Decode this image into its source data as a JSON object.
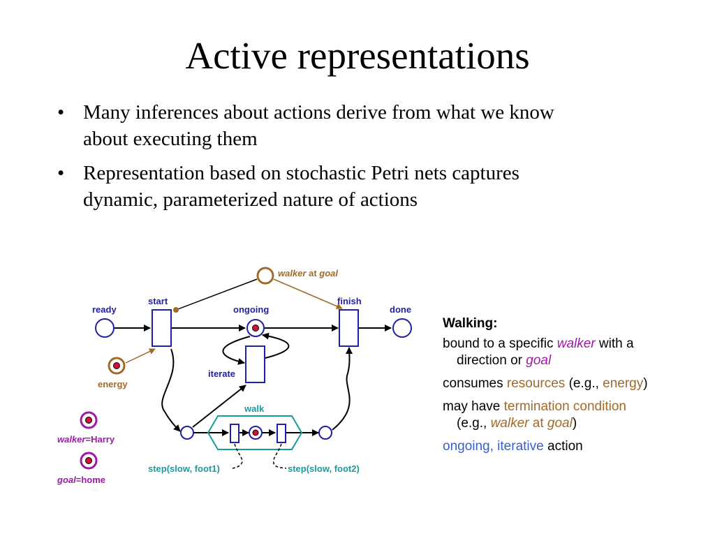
{
  "slide": {
    "title": "Active representations",
    "bullets": [
      {
        "marker": "•",
        "line1": "Many inferences about actions derive from what we know",
        "line2": "about executing them"
      },
      {
        "marker": "•",
        "line1": "Representation based on stochastic Petri nets captures",
        "line2": "dynamic, parameterized nature of actions"
      }
    ]
  },
  "diagram": {
    "labels": {
      "ready": "ready",
      "start": "start",
      "ongoing": "ongoing",
      "finish": "finish",
      "done": "done",
      "iterate": "iterate",
      "energy": "energy",
      "walk": "walk",
      "step1": "step(slow, foot1)",
      "step2": "step(slow, foot2)"
    },
    "goal_place": {
      "var": "walker",
      "mid": " at ",
      "var2": "goal"
    },
    "params": [
      {
        "var": "walker",
        "value": "=Harry"
      },
      {
        "var": "goal",
        "value": "=home"
      }
    ],
    "colors": {
      "net": "#1f1fa8",
      "place_fill": "#ffffff",
      "token": "#d0103a",
      "param": "#9c1aa6",
      "resource": "#a06a2a",
      "walk_box": "#1a9a9a"
    }
  },
  "side": {
    "heading": "Walking:",
    "line1": {
      "a": "bound to a specific ",
      "b": "walker",
      "c": " with a",
      "d": "direction or ",
      "e": "goal"
    },
    "line2": {
      "a": "consumes ",
      "b": "resources",
      "c": " (e.g., ",
      "d": "energy",
      "e": ")"
    },
    "line3": {
      "a": "may have ",
      "b": "termination condition",
      "c": "(e.g., ",
      "d": "walker",
      "e": " at ",
      "f": "goal",
      "g": ")"
    },
    "line4": {
      "a": "ongoing, iterative",
      "b": " action"
    }
  }
}
